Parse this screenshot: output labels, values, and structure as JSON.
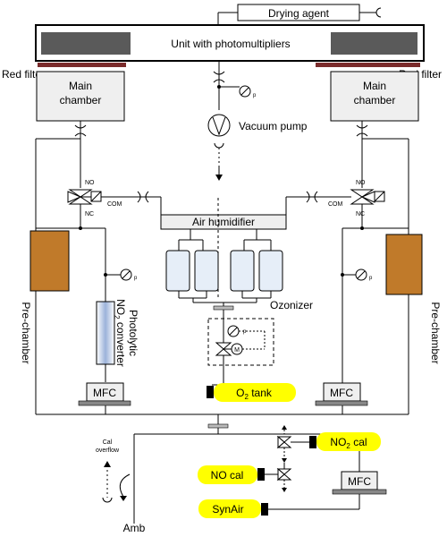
{
  "labels": {
    "drying_agent": "Drying agent",
    "pmt_unit": "Unit with photomultipliers",
    "red_filter_left": "Red filter",
    "red_filter_right": "Red filter",
    "main_chamber_left": [
      "Main",
      "chamber"
    ],
    "main_chamber_right": [
      "Main",
      "chamber"
    ],
    "vacuum_pump": "Vacuum pump",
    "pressure": "p",
    "valve_no": "NO",
    "valve_nc": "NC",
    "valve_com": "COM",
    "air_humidifier": "Air humidifier",
    "pre_chamber_left": "Pre-chamber",
    "pre_chamber_right": "Pre-chamber",
    "converter": [
      "Photolytic",
      "NO",
      "2",
      " converter"
    ],
    "ozonizer": "Ozonizer",
    "motor": "M",
    "mfc": "MFC",
    "o2_tank": [
      "O",
      "2",
      " tank"
    ],
    "no2_cal": [
      "NO",
      "2",
      " cal"
    ],
    "no_cal": "NO cal",
    "synair": "SynAir",
    "cal_overflow": [
      "Cal",
      "overflow"
    ],
    "amb": "Amb"
  },
  "colors": {
    "chamber_fill": "#efefef",
    "pre_chamber": "#c07a2a",
    "red_filter": "#7a2b2b",
    "gas_tank": "#ffff00",
    "converter_glow": "#9bb2da",
    "pmt_window": "#555555"
  }
}
